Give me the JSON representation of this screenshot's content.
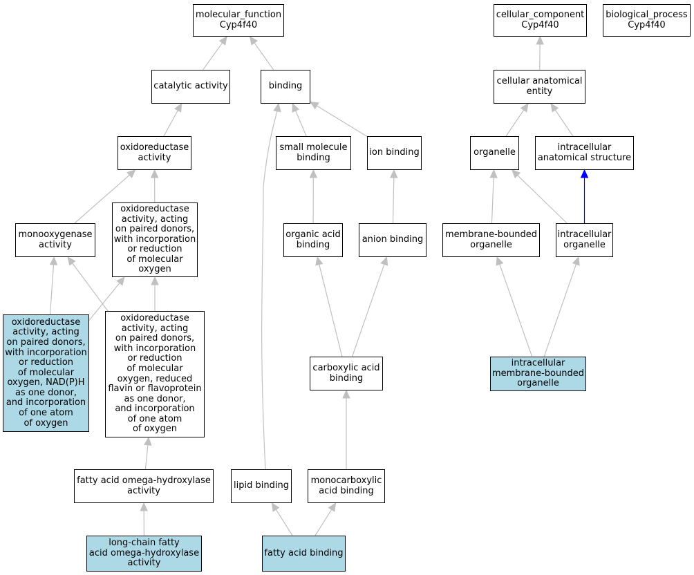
{
  "nodes": [
    {
      "id": "mf",
      "label": "molecular_function\nCyp4f40",
      "hl": false
    },
    {
      "id": "cc",
      "label": "cellular_component\nCyp4f40",
      "hl": false
    },
    {
      "id": "bp",
      "label": "biological_process\nCyp4f40",
      "hl": false
    },
    {
      "id": "cat",
      "label": "catalytic activity",
      "hl": false
    },
    {
      "id": "bind",
      "label": "binding",
      "hl": false
    },
    {
      "id": "cae",
      "label": "cellular anatomical\nentity",
      "hl": false
    },
    {
      "id": "oxr",
      "label": "oxidoreductase\nactivity",
      "hl": false
    },
    {
      "id": "smb",
      "label": "small molecule\nbinding",
      "hl": false
    },
    {
      "id": "ionb",
      "label": "ion binding",
      "hl": false
    },
    {
      "id": "org",
      "label": "organelle",
      "hl": false
    },
    {
      "id": "ias",
      "label": "intracellular\nanatomical structure",
      "hl": false
    },
    {
      "id": "mono",
      "label": "monooxygenase\nactivity",
      "hl": false
    },
    {
      "id": "oxpd",
      "label": "oxidoreductase\nactivity, acting\non paired donors,\nwith incorporation\nor reduction\nof molecular\noxygen",
      "hl": false
    },
    {
      "id": "oab",
      "label": "organic acid\nbinding",
      "hl": false
    },
    {
      "id": "anb",
      "label": "anion binding",
      "hl": false
    },
    {
      "id": "mbo",
      "label": "membrane-bounded\norganelle",
      "hl": false
    },
    {
      "id": "io",
      "label": "intracellular\norganelle",
      "hl": false
    },
    {
      "id": "oxnad",
      "label": "oxidoreductase\nactivity, acting\non paired donors,\nwith incorporation\nor reduction\nof molecular\noxygen, NAD(P)H\nas one donor,\nand incorporation\nof one atom\nof oxygen",
      "hl": true
    },
    {
      "id": "oxfl",
      "label": "oxidoreductase\nactivity, acting\non paired donors,\nwith incorporation\nor reduction\nof molecular\noxygen, reduced\nflavin or flavoprotein\nas one donor,\nand incorporation\nof one atom\nof oxygen",
      "hl": false
    },
    {
      "id": "cab",
      "label": "carboxylic acid\nbinding",
      "hl": false
    },
    {
      "id": "imbo",
      "label": "intracellular\nmembrane-bounded\norganelle",
      "hl": true
    },
    {
      "id": "faoh",
      "label": "fatty acid omega-hydroxylase\nactivity",
      "hl": false
    },
    {
      "id": "lipb",
      "label": "lipid binding",
      "hl": false
    },
    {
      "id": "mcab",
      "label": "monocarboxylic\nacid binding",
      "hl": false
    },
    {
      "id": "lcfa",
      "label": "long-chain fatty\nacid omega-hydroxylase\nactivity",
      "hl": true
    },
    {
      "id": "fab",
      "label": "fatty acid binding",
      "hl": true
    }
  ],
  "edges": [
    {
      "from": "cat",
      "to": "mf",
      "color": "#c0c0c0"
    },
    {
      "from": "bind",
      "to": "mf",
      "color": "#c0c0c0"
    },
    {
      "from": "oxr",
      "to": "cat",
      "color": "#c0c0c0"
    },
    {
      "from": "smb",
      "to": "bind",
      "color": "#c0c0c0"
    },
    {
      "from": "ionb",
      "to": "bind",
      "color": "#c0c0c0"
    },
    {
      "from": "lipb",
      "to": "bind",
      "color": "#c0c0c0",
      "curve": true
    },
    {
      "from": "mono",
      "to": "oxr",
      "color": "#c0c0c0"
    },
    {
      "from": "oxpd",
      "to": "oxr",
      "color": "#c0c0c0"
    },
    {
      "from": "oab",
      "to": "smb",
      "color": "#c0c0c0"
    },
    {
      "from": "anb",
      "to": "ionb",
      "color": "#c0c0c0"
    },
    {
      "from": "oxnad",
      "to": "mono",
      "color": "#c0c0c0"
    },
    {
      "from": "oxnad",
      "to": "oxpd",
      "color": "#c0c0c0"
    },
    {
      "from": "oxfl",
      "to": "mono",
      "color": "#c0c0c0"
    },
    {
      "from": "oxfl",
      "to": "oxpd",
      "color": "#c0c0c0"
    },
    {
      "from": "cab",
      "to": "oab",
      "color": "#c0c0c0"
    },
    {
      "from": "cab",
      "to": "anb",
      "color": "#c0c0c0"
    },
    {
      "from": "faoh",
      "to": "oxfl",
      "color": "#c0c0c0"
    },
    {
      "from": "mcab",
      "to": "cab",
      "color": "#c0c0c0"
    },
    {
      "from": "lcfa",
      "to": "faoh",
      "color": "#c0c0c0"
    },
    {
      "from": "fab",
      "to": "lipb",
      "color": "#c0c0c0"
    },
    {
      "from": "fab",
      "to": "mcab",
      "color": "#c0c0c0"
    },
    {
      "from": "cae",
      "to": "cc",
      "color": "#c0c0c0"
    },
    {
      "from": "org",
      "to": "cae",
      "color": "#c0c0c0"
    },
    {
      "from": "ias",
      "to": "cae",
      "color": "#c0c0c0"
    },
    {
      "from": "mbo",
      "to": "org",
      "color": "#c0c0c0"
    },
    {
      "from": "io",
      "to": "org",
      "color": "#c0c0c0"
    },
    {
      "from": "io",
      "to": "ias",
      "color": "#0000ff"
    },
    {
      "from": "imbo",
      "to": "mbo",
      "color": "#c0c0c0"
    },
    {
      "from": "imbo",
      "to": "io",
      "color": "#c0c0c0"
    }
  ],
  "colors": {
    "highlight": "#add8e6",
    "edge": "#c0c0c0",
    "edge_part_of": "#0000ff"
  }
}
